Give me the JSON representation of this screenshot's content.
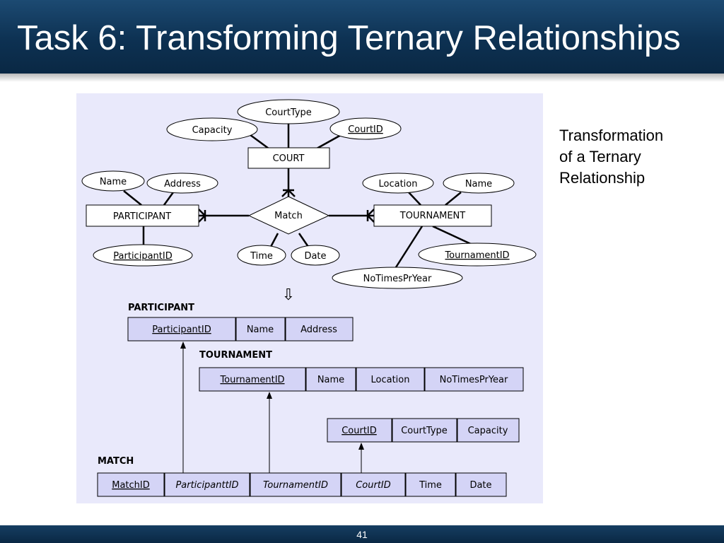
{
  "slide": {
    "title": "Task 6: Transforming Ternary Relationships",
    "page_number": "41",
    "side_text_lines": [
      "Transformation",
      "of a Ternary",
      "Relationship"
    ]
  },
  "er": {
    "entities": {
      "court": "COURT",
      "participant": "PARTICIPANT",
      "tournament": "TOURNAMENT"
    },
    "relationship": "Match",
    "attributes": {
      "court_type": "CourtType",
      "capacity": "Capacity",
      "court_id": "CourtID",
      "participant_name": "Name",
      "participant_address": "Address",
      "participant_id": "ParticipantID",
      "location": "Location",
      "tournament_name": "Name",
      "tournament_id": "TournamentID",
      "no_times_pr_year": "NoTimesPrYear",
      "time": "Time",
      "date": "Date"
    }
  },
  "arrow_glyph": "⇩",
  "tables": {
    "participant": {
      "label": "PARTICIPANT",
      "cols": [
        "ParticipantID",
        "Name",
        "Address"
      ]
    },
    "tournament": {
      "label": "TOURNAMENT",
      "cols": [
        "TournamentID",
        "Name",
        "Location",
        "NoTimesPrYear"
      ]
    },
    "court": {
      "cols": [
        "CourtID",
        "CourtType",
        "Capacity"
      ]
    },
    "match": {
      "label": "MATCH",
      "cols": [
        "MatchID",
        "ParticipanttID",
        "TournamentID",
        "CourtID",
        "Time",
        "Date"
      ]
    }
  },
  "colors": {
    "header_bg": "#0d3152",
    "panel_bg": "#e9e9fb",
    "table_cell_bg": "#d4d4f6"
  }
}
